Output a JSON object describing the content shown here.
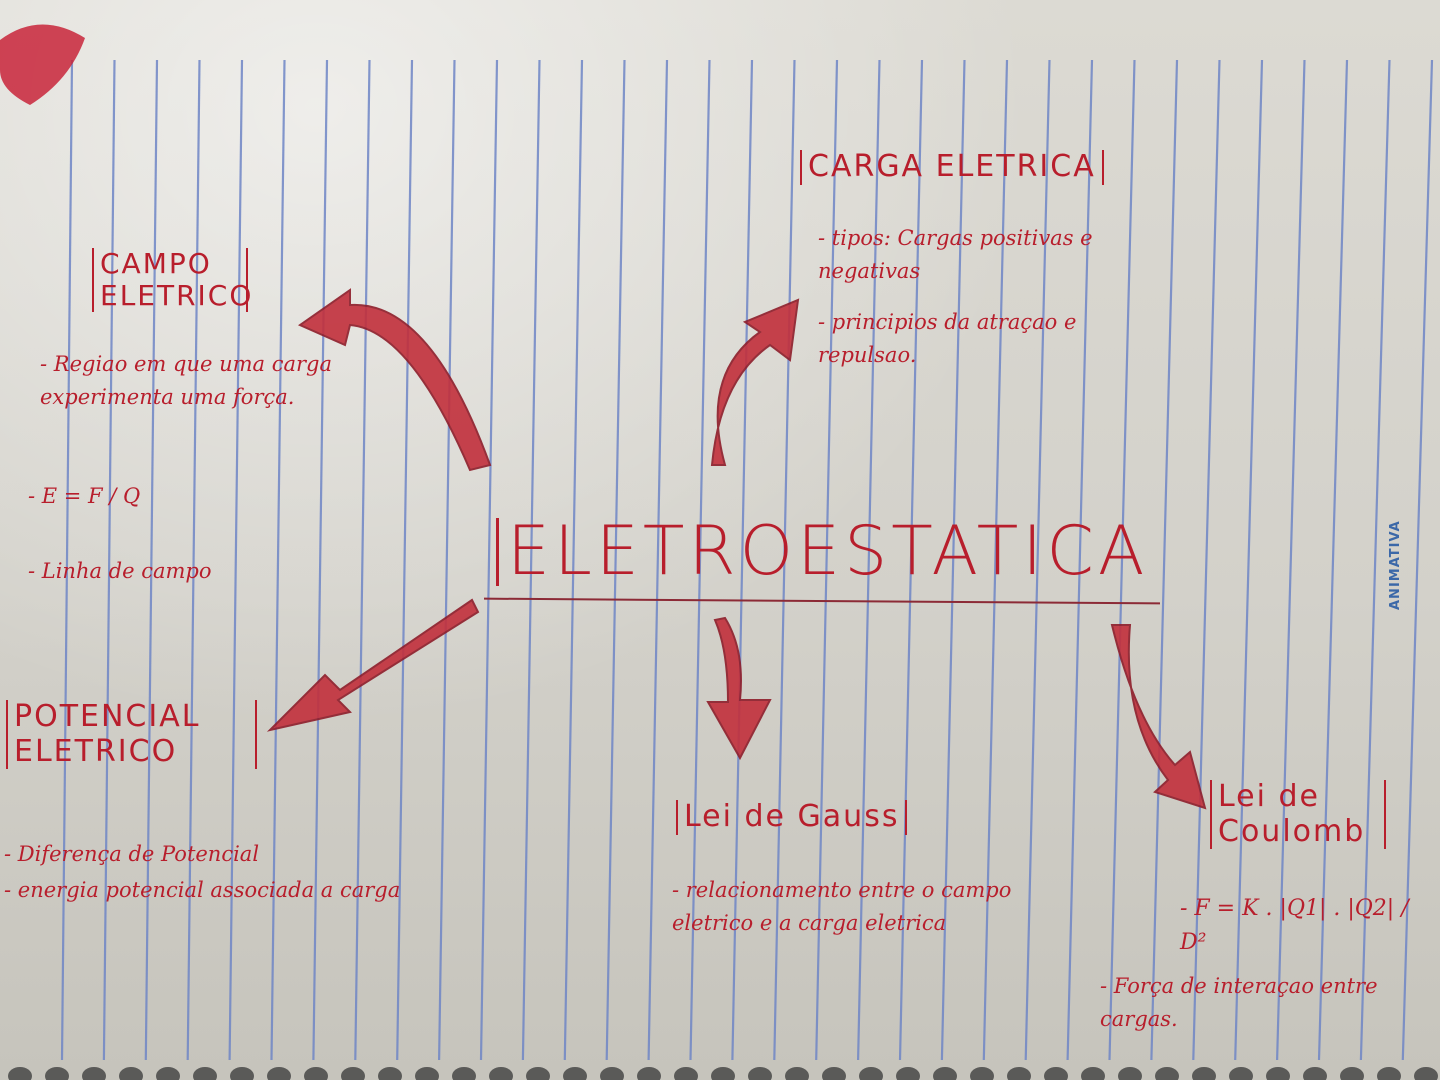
{
  "image_description_text": {
    "center_title": "ELETROESTATICA",
    "brand": "ANIMATIVA",
    "topics": [
      {
        "heading": "CARGA ELETRICA",
        "notes": [
          "- tipos: Cargas positivas e negativas",
          "- principios da atraçao e repulsao."
        ]
      },
      {
        "heading": "CAMPO ELETRICO",
        "notes": [
          "- Regiao em que uma carga experimenta uma força.",
          "- E = F / Q",
          "- Linha de campo"
        ]
      },
      {
        "heading": "POTENCIAL ELETRICO",
        "notes": [
          "- Diferença de Potencial",
          "- energia potencial associada a carga"
        ]
      },
      {
        "heading": "Lei de Gauss",
        "notes": [
          "- relacionamento entre o campo eletrico e a carga eletrica"
        ]
      },
      {
        "heading": "Lei de Coulomb",
        "notes": [
          "- F = K . |Q1| . |Q2| / D²",
          "- Força de interaçao entre cargas."
        ]
      }
    ]
  },
  "colors": {
    "ink_red": "#b81e2c",
    "rule_blue": "#6f86c6",
    "paper": "#d8d6cf"
  }
}
